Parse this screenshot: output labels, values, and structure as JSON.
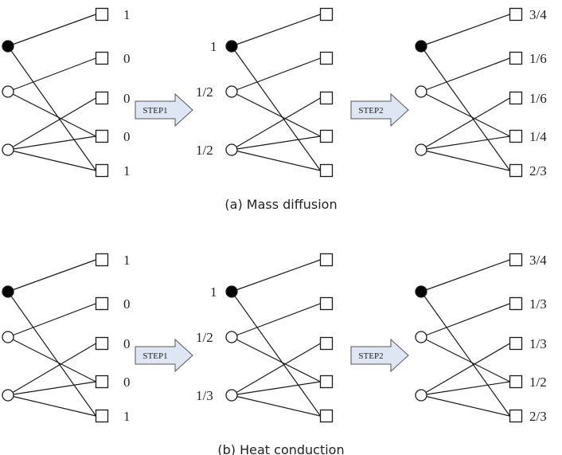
{
  "colors": {
    "line": "#1a1a1a",
    "selected_user_fill": "#000000",
    "unselected_user_fill": "#ffffff",
    "arrow_fill": "#dde6f2"
  },
  "panels": [
    {
      "caption": "(a) Mass diffusion",
      "edges": [
        [
          0,
          0
        ],
        [
          0,
          4
        ],
        [
          1,
          1
        ],
        [
          1,
          3
        ],
        [
          2,
          2
        ],
        [
          2,
          3
        ],
        [
          2,
          4
        ]
      ],
      "selected_user": 0,
      "steps": [
        {
          "user_labels": [
            "",
            "",
            ""
          ],
          "item_labels": [
            "1",
            "0",
            "0",
            "0",
            "1"
          ]
        },
        {
          "user_labels": [
            "1",
            "1/2",
            "1/2"
          ],
          "item_labels": [
            "",
            "",
            "",
            "",
            ""
          ]
        },
        {
          "user_labels": [
            "",
            "",
            ""
          ],
          "item_labels": [
            "3/4",
            "1/6",
            "1/6",
            "1/4",
            "2/3"
          ]
        }
      ],
      "arrows": [
        "STEP1",
        "STEP2"
      ]
    },
    {
      "caption": "(b) Heat conduction",
      "edges": [
        [
          0,
          0
        ],
        [
          0,
          4
        ],
        [
          1,
          1
        ],
        [
          1,
          3
        ],
        [
          2,
          2
        ],
        [
          2,
          3
        ],
        [
          2,
          4
        ]
      ],
      "selected_user": 0,
      "steps": [
        {
          "user_labels": [
            "",
            "",
            ""
          ],
          "item_labels": [
            "1",
            "0",
            "0",
            "0",
            "1"
          ]
        },
        {
          "user_labels": [
            "1",
            "1/2",
            "1/3"
          ],
          "item_labels": [
            "",
            "",
            "",
            "",
            ""
          ]
        },
        {
          "user_labels": [
            "",
            "",
            ""
          ],
          "item_labels": [
            "3/4",
            "1/3",
            "1/3",
            "1/2",
            "2/3"
          ]
        }
      ],
      "arrows": [
        "STEP1",
        "STEP2"
      ]
    }
  ]
}
